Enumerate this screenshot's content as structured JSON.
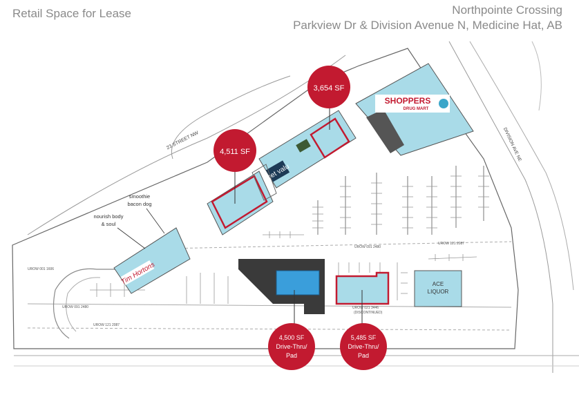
{
  "header": {
    "listing_title": "Retail Space for Lease",
    "property_name": "Northpointe Crossing",
    "address": "Parkview Dr & Division Avenue N, Medicine Hat, AB"
  },
  "streets": {
    "street_23": "23 STREET NW",
    "division_ave": "DIVISION AVE NE"
  },
  "tenants": {
    "shoppers_line1": "SHOPPERS",
    "shoppers_line2": "DRUG MART",
    "petvalu": "pet valu",
    "timhortons": "Tim Hortons",
    "ace_line1": "ACE",
    "ace_line2": "LIQUOR",
    "smoothie": "smoothie",
    "bacon_dog": "bacon dog",
    "nourish_line1": "nourish body",
    "nourish_line2": "& soul"
  },
  "spaces": [
    {
      "label": "3,654 SF",
      "sub1": "",
      "sub2": ""
    },
    {
      "label": "4,511 SF",
      "sub1": "",
      "sub2": ""
    },
    {
      "label": "4,500 SF",
      "sub1": "Drive-Thru/",
      "sub2": "Pad"
    },
    {
      "label": "5,485 SF",
      "sub1": "Drive-Thru/",
      "sub2": "Pad"
    }
  ],
  "plan_labels": {
    "urow_091_2480_a": "UROW 091 2480",
    "urow_121_2087_a": "UROW 121 2087",
    "urow_001_1606": "UROW 001 1606",
    "urow_091_2480_b": "UROW 091 2480",
    "urow_121_2087_b": "UROW 121 2087",
    "urow_021_3446": "UROW 021 3446",
    "discontinued": "(DISCONTINUED)"
  },
  "colors": {
    "accent_red": "#c21a30",
    "building_blue": "#a9dbe8",
    "highlight_blue": "#3a9edb",
    "parcel_dark": "#3a3a3a",
    "header_gray": "#8a8a8a"
  }
}
